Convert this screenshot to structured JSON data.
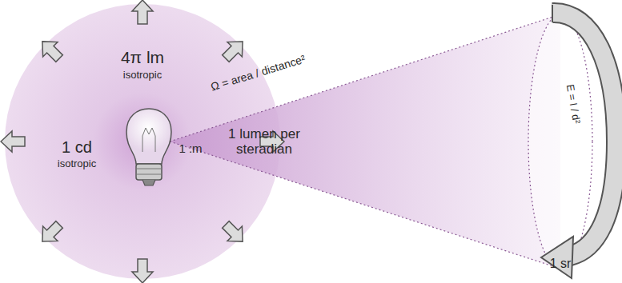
{
  "diagram": {
    "labels": [
      "4π lm",
      "isotropic",
      "1 cd",
      "isotropic",
      "1 :m",
      "Ω = area / distance²",
      "1 lumen per steradian",
      "E = I / d²",
      "1 sr"
    ]
  }
}
